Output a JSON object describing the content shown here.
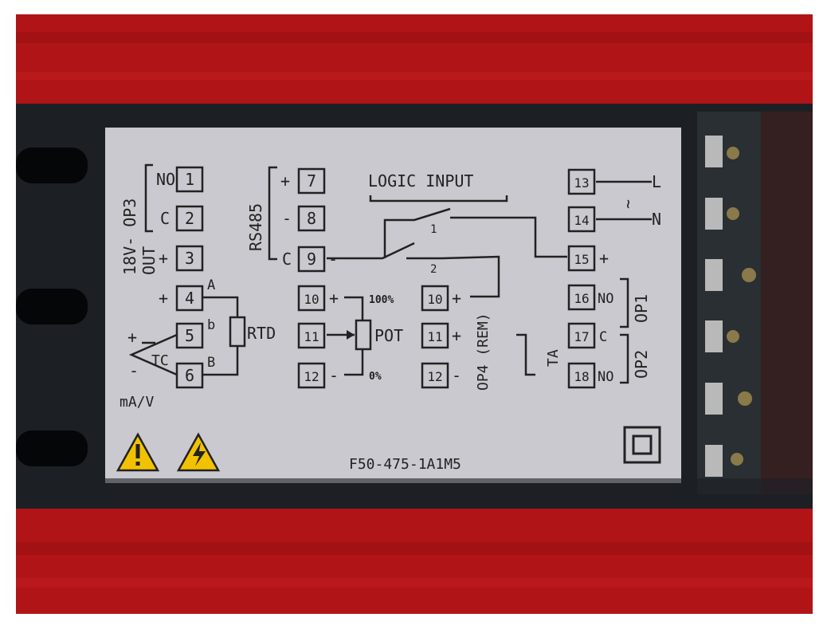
{
  "label": {
    "op3_title": "18V- OP3",
    "out": "OUT",
    "no": "NO",
    "c": "C",
    "plus": "+",
    "minus": "-",
    "a": "A",
    "b_small": "b",
    "b": "B",
    "rtd": "RTD",
    "tc": "TC",
    "ma_v": "mA/V",
    "rs485": "RS485",
    "logic_input": "LOGIC INPUT",
    "sw1": "1",
    "sw2": "2",
    "pct100": "100%",
    "pct0": "0%",
    "pot": "POT",
    "op4_rem": "OP4 (REM)",
    "ta": "TA",
    "l": "L",
    "n": "N",
    "tilde": "~",
    "op1": "OP1",
    "op2": "OP2",
    "model": "F50-475-1A1M5",
    "terminals": [
      "1",
      "2",
      "3",
      "4",
      "5",
      "6",
      "7",
      "8",
      "9",
      "10",
      "11",
      "12",
      "10",
      "11",
      "12",
      "13",
      "14",
      "15",
      "16",
      "17",
      "18"
    ]
  },
  "colors": {
    "background_red": "#b01416",
    "plate_gray": "#c9c9cf",
    "housing_dark": "#1c2024",
    "warning_yellow": "#f2c200"
  },
  "icons": [
    "warning-icon",
    "high-voltage-icon",
    "double-insulation-icon"
  ]
}
